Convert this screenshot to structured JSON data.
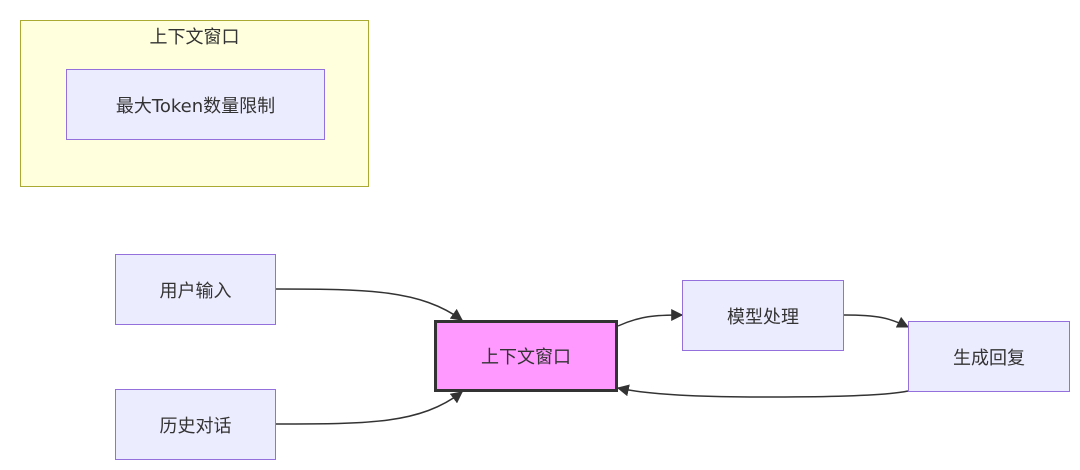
{
  "cluster": {
    "title": "上下文窗口",
    "inner_node": "最大Token数量限制"
  },
  "nodes": {
    "user_input": "用户输入",
    "history": "历史对话",
    "context_window": "上下文窗口",
    "model_processing": "模型处理",
    "generate_reply": "生成回复"
  },
  "colors": {
    "node_fill": "#ececff",
    "node_stroke": "#9370db",
    "highlight_fill": "#ff99ff",
    "highlight_stroke": "#333333",
    "cluster_fill": "#ffffde",
    "cluster_stroke": "#aaaa33",
    "edge": "#333333"
  },
  "edges": [
    {
      "from": "user_input",
      "to": "context_window"
    },
    {
      "from": "history",
      "to": "context_window"
    },
    {
      "from": "context_window",
      "to": "model_processing"
    },
    {
      "from": "model_processing",
      "to": "generate_reply"
    },
    {
      "from": "generate_reply",
      "to": "context_window"
    }
  ]
}
